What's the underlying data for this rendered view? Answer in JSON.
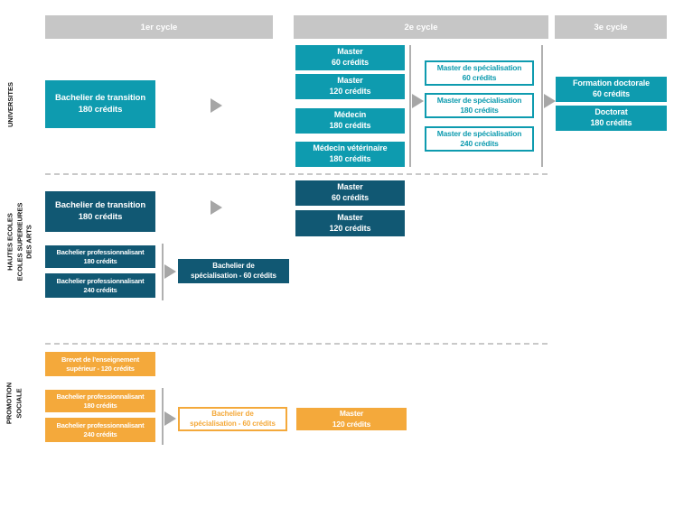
{
  "headers": {
    "cycle1": "1er cycle",
    "cycle2": "2e cycle",
    "cycle3": "3e cycle"
  },
  "labels": {
    "universites": "UNIVERSITES",
    "hautes_l1": "HAUTES ECOLES",
    "hautes_l2": "ECOLES SUPERIEURES",
    "hautes_l3": "DES ARTS",
    "promo_l1": "PROMOTION",
    "promo_l2": "SOCIALE"
  },
  "uni": {
    "transition": {
      "l1": "Bachelier de transition",
      "l2": "180 crédits"
    },
    "master60": {
      "l1": "Master",
      "l2": "60 crédits"
    },
    "master120": {
      "l1": "Master",
      "l2": "120 crédits"
    },
    "medecin": {
      "l1": "Médecin",
      "l2": "180 crédits"
    },
    "veterinaire": {
      "l1": "Médecin vétérinaire",
      "l2": "180 crédits"
    },
    "spec60": {
      "l1": "Master de spécialisation",
      "l2": "60 crédits"
    },
    "spec180": {
      "l1": "Master de spécialisation",
      "l2": "180 crédits"
    },
    "spec240": {
      "l1": "Master de spécialisation",
      "l2": "240 crédits"
    },
    "formation": {
      "l1": "Formation doctorale",
      "l2": "60 crédits"
    },
    "doctorat": {
      "l1": "Doctorat",
      "l2": "180 crédits"
    }
  },
  "he": {
    "transition": {
      "l1": "Bachelier de transition",
      "l2": "180 crédits"
    },
    "master60": {
      "l1": "Master",
      "l2": "60 crédits"
    },
    "master120": {
      "l1": "Master",
      "l2": "120 crédits"
    },
    "prof180": {
      "l1": "Bachelier professionnalisant",
      "l2": "180 crédits"
    },
    "prof240": {
      "l1": "Bachelier professionnalisant",
      "l2": "240 crédits"
    },
    "spec": {
      "l1": "Bachelier de",
      "l2": "spécialisation - 60 crédits"
    }
  },
  "ps": {
    "brevet": {
      "l1": "Brevet de l’enseignement",
      "l2": "supérieur - 120 crédits"
    },
    "prof180": {
      "l1": "Bachelier professionnalisant",
      "l2": "180 crédits"
    },
    "prof240": {
      "l1": "Bachelier professionnalisant",
      "l2": "240 crédits"
    },
    "spec": {
      "l1": "Bachelier de",
      "l2": "spécialisation - 60 crédits"
    },
    "master120": {
      "l1": "Master",
      "l2": "120 crédits"
    }
  },
  "colors": {
    "teal": "#0e9baf",
    "dark_teal": "#115873",
    "orange": "#f4a93b",
    "header_gray": "#c6c6c6",
    "arrow_gray": "#a6a6a6",
    "dash_gray": "#c9c9c9"
  }
}
